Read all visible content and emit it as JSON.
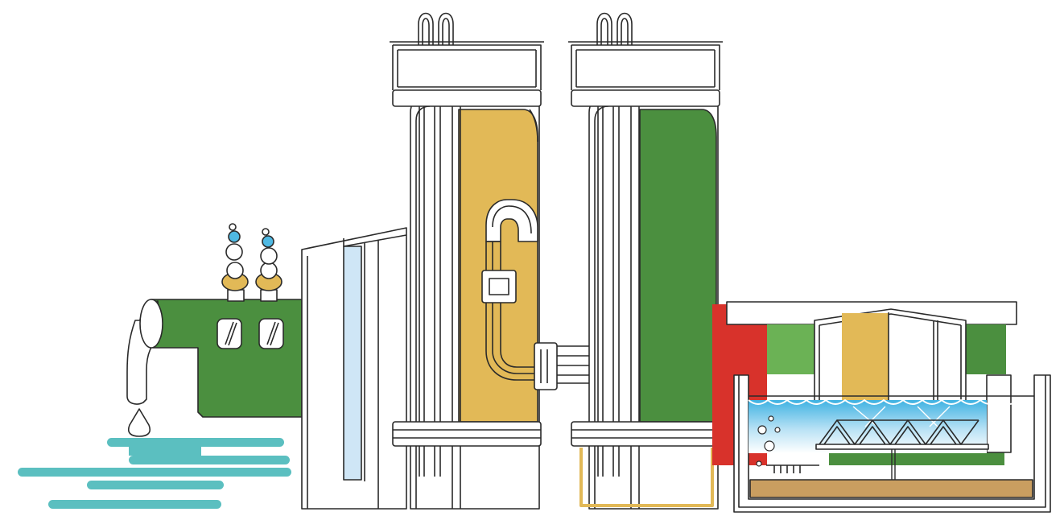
{
  "illustration": {
    "subject": "water-treatment-plant",
    "components": [
      {
        "name": "outfall-pipe-with-droplet",
        "role": "water outlet"
      },
      {
        "name": "green-pump-housing",
        "role": "pump unit with two valves and bubbling vents"
      },
      {
        "name": "sand-filter-tank",
        "role": "tall tank with gold media"
      },
      {
        "name": "activated-carbon-tank",
        "role": "tall tank with green media"
      },
      {
        "name": "connecting-pipeline",
        "role": "horizontal pipes between tanks and basin"
      },
      {
        "name": "aeration-basin",
        "role": "basin with water, bubbles, truss bridge and sludge layer"
      },
      {
        "name": "river-water",
        "role": "teal water strokes"
      }
    ]
  },
  "palette": {
    "outline": "#2a2a2a",
    "pump_green": "#4b8f3f",
    "light_green": "#6bb255",
    "gold": "#e2b957",
    "red": "#d8322b",
    "sky": "#4fb9e3",
    "teal": "#5bbfc0",
    "sludge": "#c99e60",
    "glass": "#cfe6f6",
    "white": "#ffffff"
  }
}
